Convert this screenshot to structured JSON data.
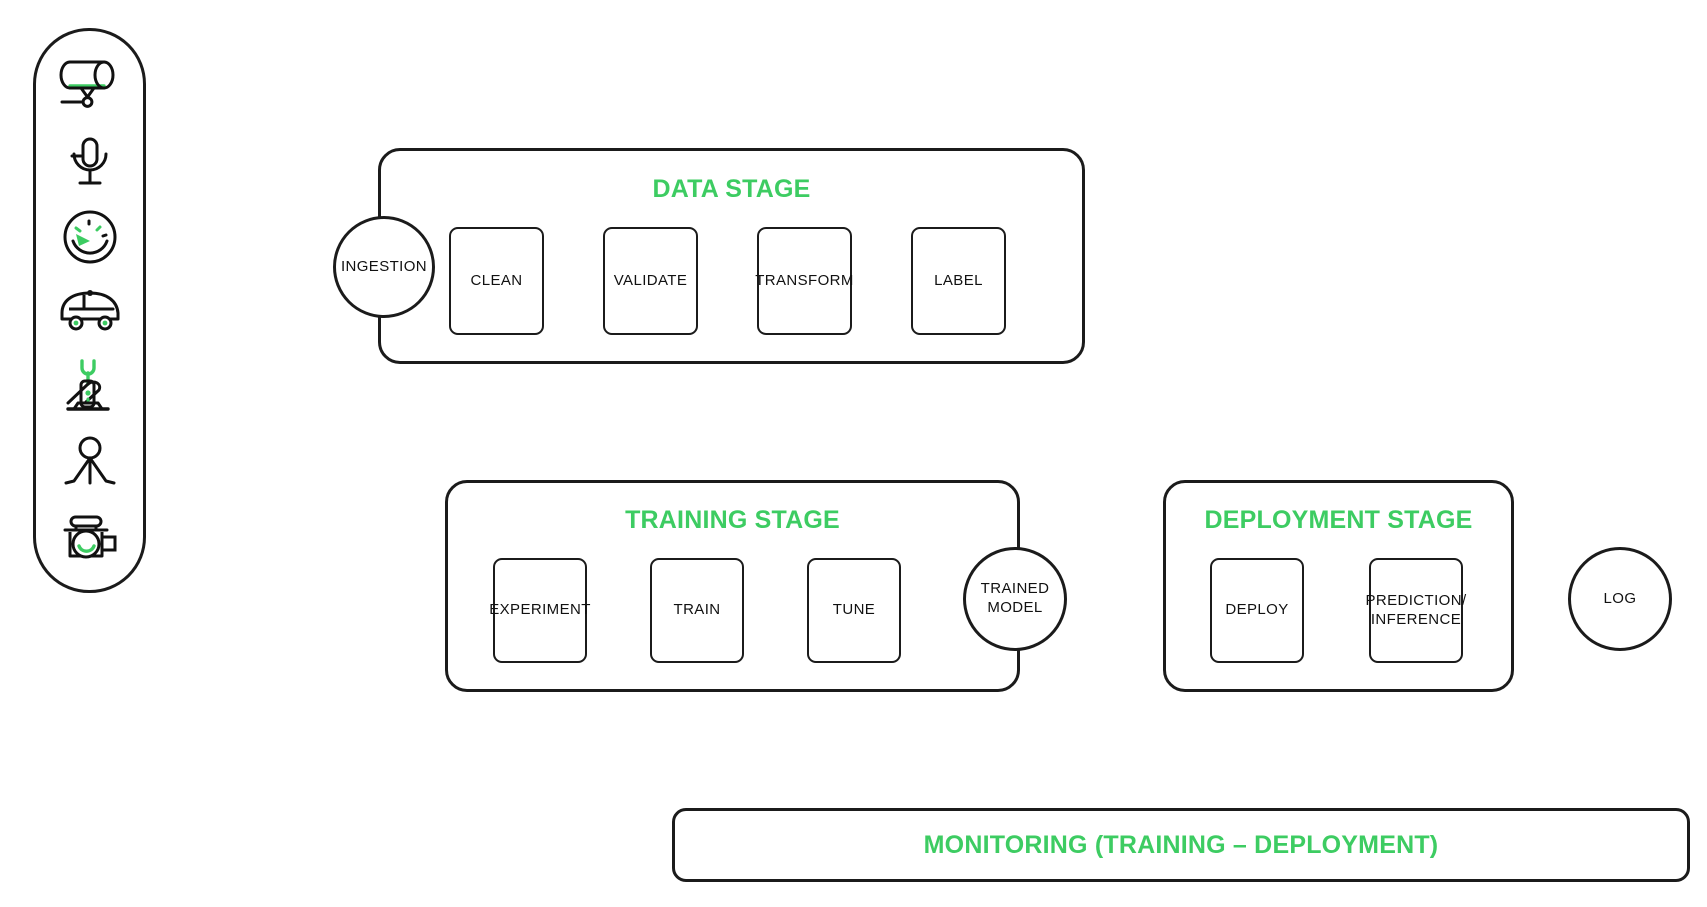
{
  "theme": {
    "accent_green": "#3dcc62",
    "stroke_black": "#1b1b1b",
    "background": "#ffffff"
  },
  "sidebar": {
    "name": "sensor-toolbar",
    "items": [
      {
        "icon": "lidar-sensor-icon",
        "label": "Lidar Sensor"
      },
      {
        "icon": "microphone-icon",
        "label": "Microphone"
      },
      {
        "icon": "gauge-icon",
        "label": "Gauge"
      },
      {
        "icon": "car-icon",
        "label": "Vehicle"
      },
      {
        "icon": "robot-arm-icon",
        "label": "Robotic Arm"
      },
      {
        "icon": "person-tripod-icon",
        "label": "Person"
      },
      {
        "icon": "camera-icon",
        "label": "Camera"
      }
    ]
  },
  "diagram": {
    "stages": [
      {
        "id": "data-stage",
        "title": "DATA STAGE",
        "entry_node": {
          "label": "INGESTION"
        },
        "steps": [
          {
            "label": "CLEAN"
          },
          {
            "label": "VALIDATE"
          },
          {
            "label": "TRANSFORM"
          },
          {
            "label": "LABEL"
          }
        ]
      },
      {
        "id": "training-stage",
        "title": "TRAINING STAGE",
        "exit_node": {
          "label": "TRAINED\nMODEL",
          "line1": "TRAINED",
          "line2": "MODEL"
        },
        "steps": [
          {
            "label": "EXPERIMENT"
          },
          {
            "label": "TRAIN"
          },
          {
            "label": "TUNE"
          }
        ]
      },
      {
        "id": "deployment-stage",
        "title": "DEPLOYMENT STAGE",
        "steps": [
          {
            "label": "DEPLOY"
          },
          {
            "label": "PREDICTION/\nINFERENCE",
            "line1": "PREDICTION/",
            "line2": "INFERENCE"
          }
        ]
      }
    ],
    "standalone_nodes": [
      {
        "id": "log-node",
        "label": "LOG"
      }
    ],
    "monitoring": {
      "label": "MONITORING (TRAINING – DEPLOYMENT)"
    }
  }
}
